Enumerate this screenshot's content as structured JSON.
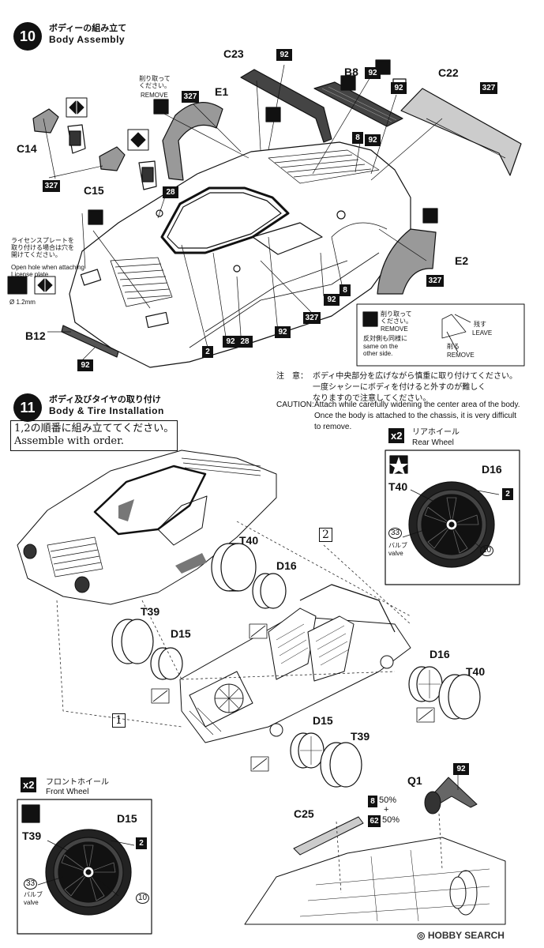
{
  "step10": {
    "number": "10",
    "title_jp": "ボディーの組み立て",
    "title_en": "Body Assembly",
    "remove_jp": "削り取って\nください。",
    "remove_en": "REMOVE",
    "license_jp": "ライセンスプレートを\n取り付ける場合は穴を\n開けてください。",
    "license_en": "Open hole when attaching\nLicense plate",
    "drill": "Ø 1.2mm",
    "parts": {
      "C23": "C23",
      "B8": "B8",
      "C22": "C22",
      "E1": "E1",
      "C14": "C14",
      "C15": "C15",
      "E2": "E2",
      "B12": "B12"
    },
    "paint_codes": [
      "92",
      "327",
      "8",
      "28",
      "2"
    ],
    "legend": {
      "remove_jp": "削り取って\nください。",
      "remove_en": "REMOVE",
      "same_jp": "反対側も同様に",
      "same_en": "same on the\nother side.",
      "leave_jp": "残す",
      "leave_en": "LEAVE",
      "cut_jp": "削る",
      "cut_en": "REMOVE"
    },
    "caution_label_jp": "注　意：",
    "caution_jp": "ボディ中央部分を広げながら慎重に取り付けてください。\n一度シャシーにボディを付けると外すのが難しく\nなりますので注意してください。",
    "caution_label_en": "CAUTION:",
    "caution_en": "Attach while carefully widening the center area of the body.\nOnce the body is attached to the chassis, it is very difficult\nto remove."
  },
  "step11": {
    "number": "11",
    "title_jp": "ボディ及びタイヤの取り付け",
    "title_en": "Body & Tire Installation",
    "order_jp": "1,2の順番に組み立ててください。",
    "order_en": "Assemble with order.",
    "order_marks": [
      "1",
      "2"
    ],
    "rear": {
      "qty": "x2",
      "label_jp": "リアホイール",
      "label_en": "Rear Wheel",
      "tire": "T40",
      "wheel": "D16",
      "code_wheel": "2",
      "code_valve": "33",
      "code_hub": "10",
      "valve_jp": "バルブ",
      "valve_en": "valve"
    },
    "front": {
      "qty": "x2",
      "label_jp": "フロントホイール",
      "label_en": "Front Wheel",
      "tire": "T39",
      "wheel": "D15",
      "code_wheel": "2",
      "code_valve": "33",
      "code_hub": "10",
      "valve_jp": "バルブ",
      "valve_en": "valve"
    },
    "parts": {
      "T40": "T40",
      "D16": "D16",
      "T39": "T39",
      "D15": "D15",
      "C25": "C25",
      "Q1": "Q1"
    },
    "mix": {
      "a_code": "8",
      "a_pct": "50%",
      "plus": "+",
      "b_code": "62",
      "b_pct": "50%"
    }
  },
  "watermark": "HOBBY SEARCH"
}
